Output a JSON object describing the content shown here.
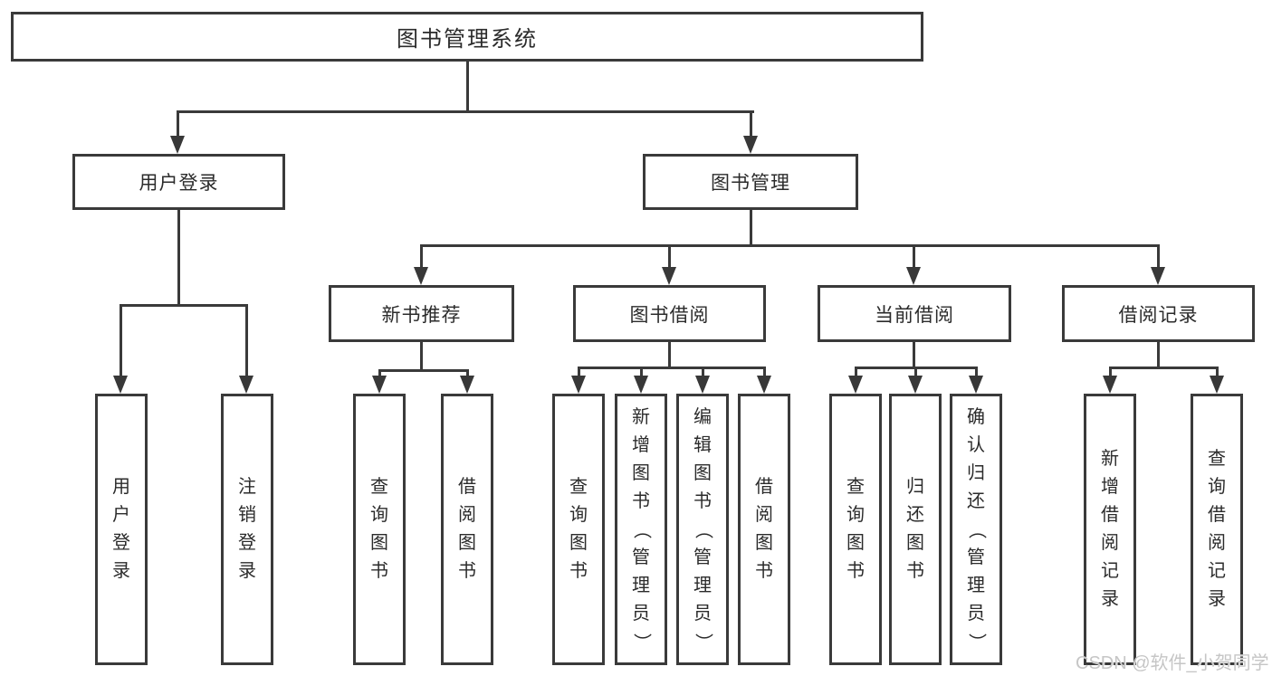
{
  "nodes": {
    "root": "图书管理系统",
    "user_login": "用户登录",
    "book_management": "图书管理",
    "login_leaf": "用户登录",
    "logout_leaf": "注销登录",
    "new_book_rec": "新书推荐",
    "book_borrow": "图书借阅",
    "current_borrow": "当前借阅",
    "borrow_record": "借阅记录",
    "nbr_query_books": "查询图书",
    "nbr_borrow_books": "借阅图书",
    "bb_query_books": "查询图书",
    "bb_add_books": "新增图书（管理员）",
    "bb_edit_books": "编辑图书（管理员）",
    "bb_borrow_books": "借阅图书",
    "cb_query_books": "查询图书",
    "cb_return_books": "归还图书",
    "cb_confirm_return": "确认归还（管理员）",
    "br_add_record": "新增借阅记录",
    "br_query_record": "查询借阅记录"
  },
  "watermark": "CSDN @软件_小贺同学",
  "colors": {
    "line": "#3a3a3a",
    "text": "#2b2b2b",
    "watermark": "#c6c6c6",
    "background": "#ffffff"
  }
}
